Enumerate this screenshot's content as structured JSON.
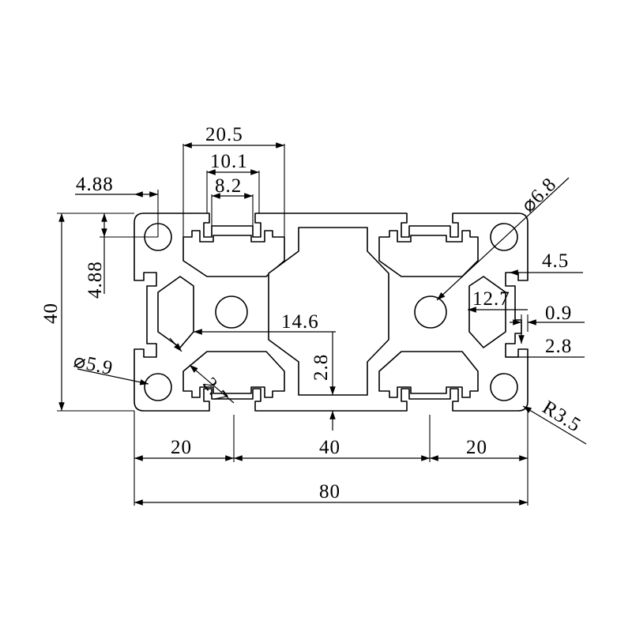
{
  "dimensions": {
    "slot_outer_width": "20.5",
    "slot_mid_width": "10.1",
    "slot_opening": "8.2",
    "corner_offset_x": "4.88",
    "corner_offset_y": "4.88",
    "height": "40",
    "hole_large_dia": "⌀6.8",
    "hole_small_dia": "⌀5.9",
    "slot_depth": "4.5",
    "slot_inner_depth": "12.7",
    "lip_gap": "0.9",
    "lip_thickness": "2.8",
    "web_width": "14.6",
    "web_thickness": "2.8",
    "wall_thickness": "2.7",
    "corner_radius": "R3.5",
    "segment_left": "20",
    "segment_middle": "40",
    "segment_right": "20",
    "total_width": "80"
  }
}
